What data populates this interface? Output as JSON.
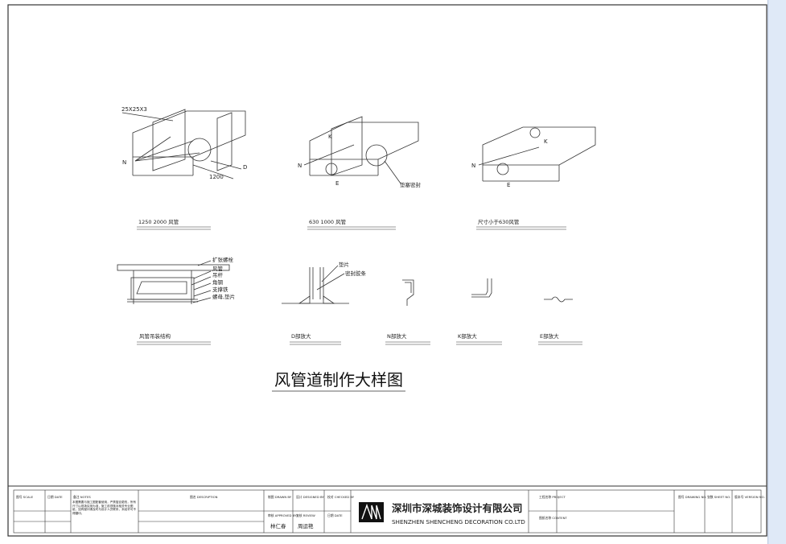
{
  "views": [
    {
      "caption": "1250 2000 风管",
      "dim_angle": "25X25X3",
      "label_n": "N",
      "label_d": "D",
      "dim_length": "1200"
    },
    {
      "caption": "630 1000 风管",
      "label_n": "N",
      "label_k": "K",
      "label_e": "E",
      "callout": "垫塞密封"
    },
    {
      "caption": "尺寸小于630风管",
      "label_n": "N",
      "label_k": "K",
      "label_e": "E"
    }
  ],
  "support": {
    "caption": "风管吊装结构",
    "callouts": [
      "扩张螺栓",
      "风管",
      "吊杆",
      "角钢",
      "支撑铁",
      "螺母,垫片"
    ]
  },
  "details": [
    {
      "caption": "D部放大",
      "callouts": [
        "垫片",
        "密封胶条"
      ]
    },
    {
      "caption": "N部放大"
    },
    {
      "caption": "K部放大"
    },
    {
      "caption": "E部放大"
    }
  ],
  "main_title": "风管道制作大样图",
  "title_block": {
    "scale_label": "图号 SCALE",
    "date_label": "日期 DATE",
    "remarks_label": "备注 NOTES",
    "remarks_text": "本图需要与施工图配套使用，严禁擅自更改，所有尺寸以现场实测为准，施工前须核对相关专业图纸，如有疑问请及时与设计人员联系，未经许可不得翻印。",
    "project_no_label": "图名 DESCRIPTION",
    "drawn_label": "制图 DRAWN BY",
    "design_label": "设计 DESIGNED BY",
    "check_label": "校对 CHECKED BY",
    "approve_label": "审核 APPROVED BY",
    "review_label": "复核 REVIEW",
    "date2_label": "日期 DATE",
    "name_1": "林仁春",
    "name_2": "周运艳",
    "company_cn": "深圳市深城装饰设计有限公司",
    "company_en": "SHENZHEN SHENCHENG DECORATION CO.LTD",
    "project_label": "工程名称 PROJECT",
    "content_label": "图纸名称 CONTENT",
    "sheet_no_label": "图号 DRAWING NO.",
    "sheet_label": "张数 SHEET NO.",
    "version_label": "版本号 VERSION NO."
  }
}
